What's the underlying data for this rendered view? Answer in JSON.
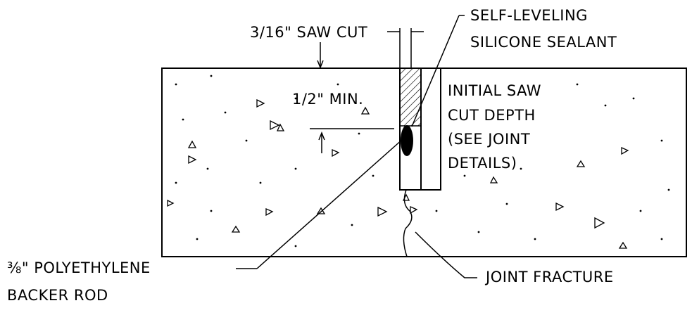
{
  "labels": {
    "saw_cut": "3/16\" SAW CUT",
    "sealant_line1": "SELF-LEVELING",
    "sealant_line2": "SILICONE SEALANT",
    "min_depth": "1/2\" MIN.",
    "initial_line1": "INITIAL SAW",
    "initial_line2": "CUT DEPTH",
    "initial_line3": "(SEE JOINT",
    "initial_line4": "DETAILS)",
    "backer_fraction": "⅜",
    "backer_line1": "\" POLYETHYLENE",
    "backer_line2": "BACKER ROD",
    "fracture": "JOINT FRACTURE"
  },
  "colors": {
    "ink": "#000000",
    "background": "#ffffff"
  }
}
